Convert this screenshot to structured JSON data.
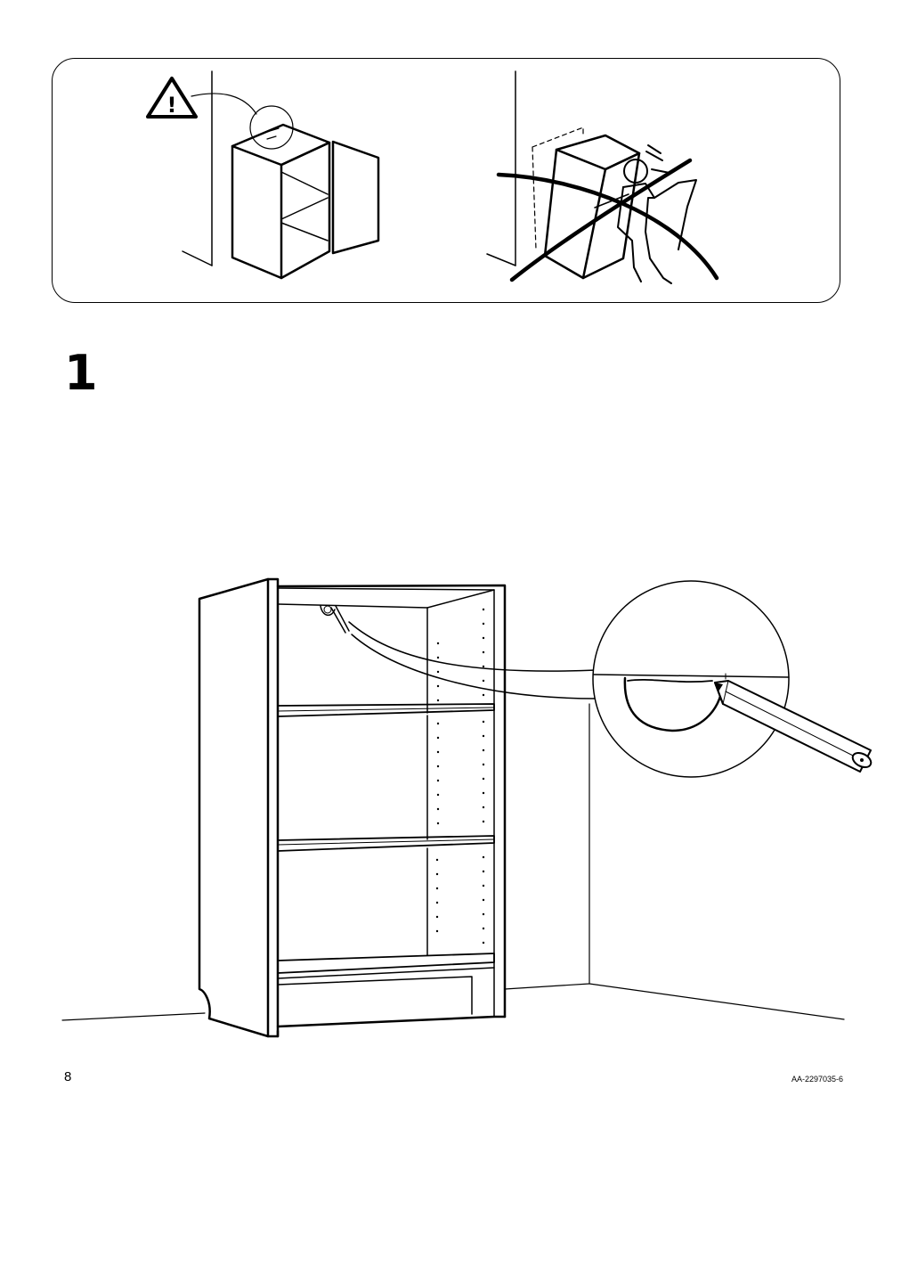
{
  "step": {
    "number": "1"
  },
  "footer": {
    "page_number": "8",
    "doc_code": "AA-2297035-6"
  },
  "warning": {
    "icon": "warning-triangle-icon",
    "glyph": "!"
  }
}
